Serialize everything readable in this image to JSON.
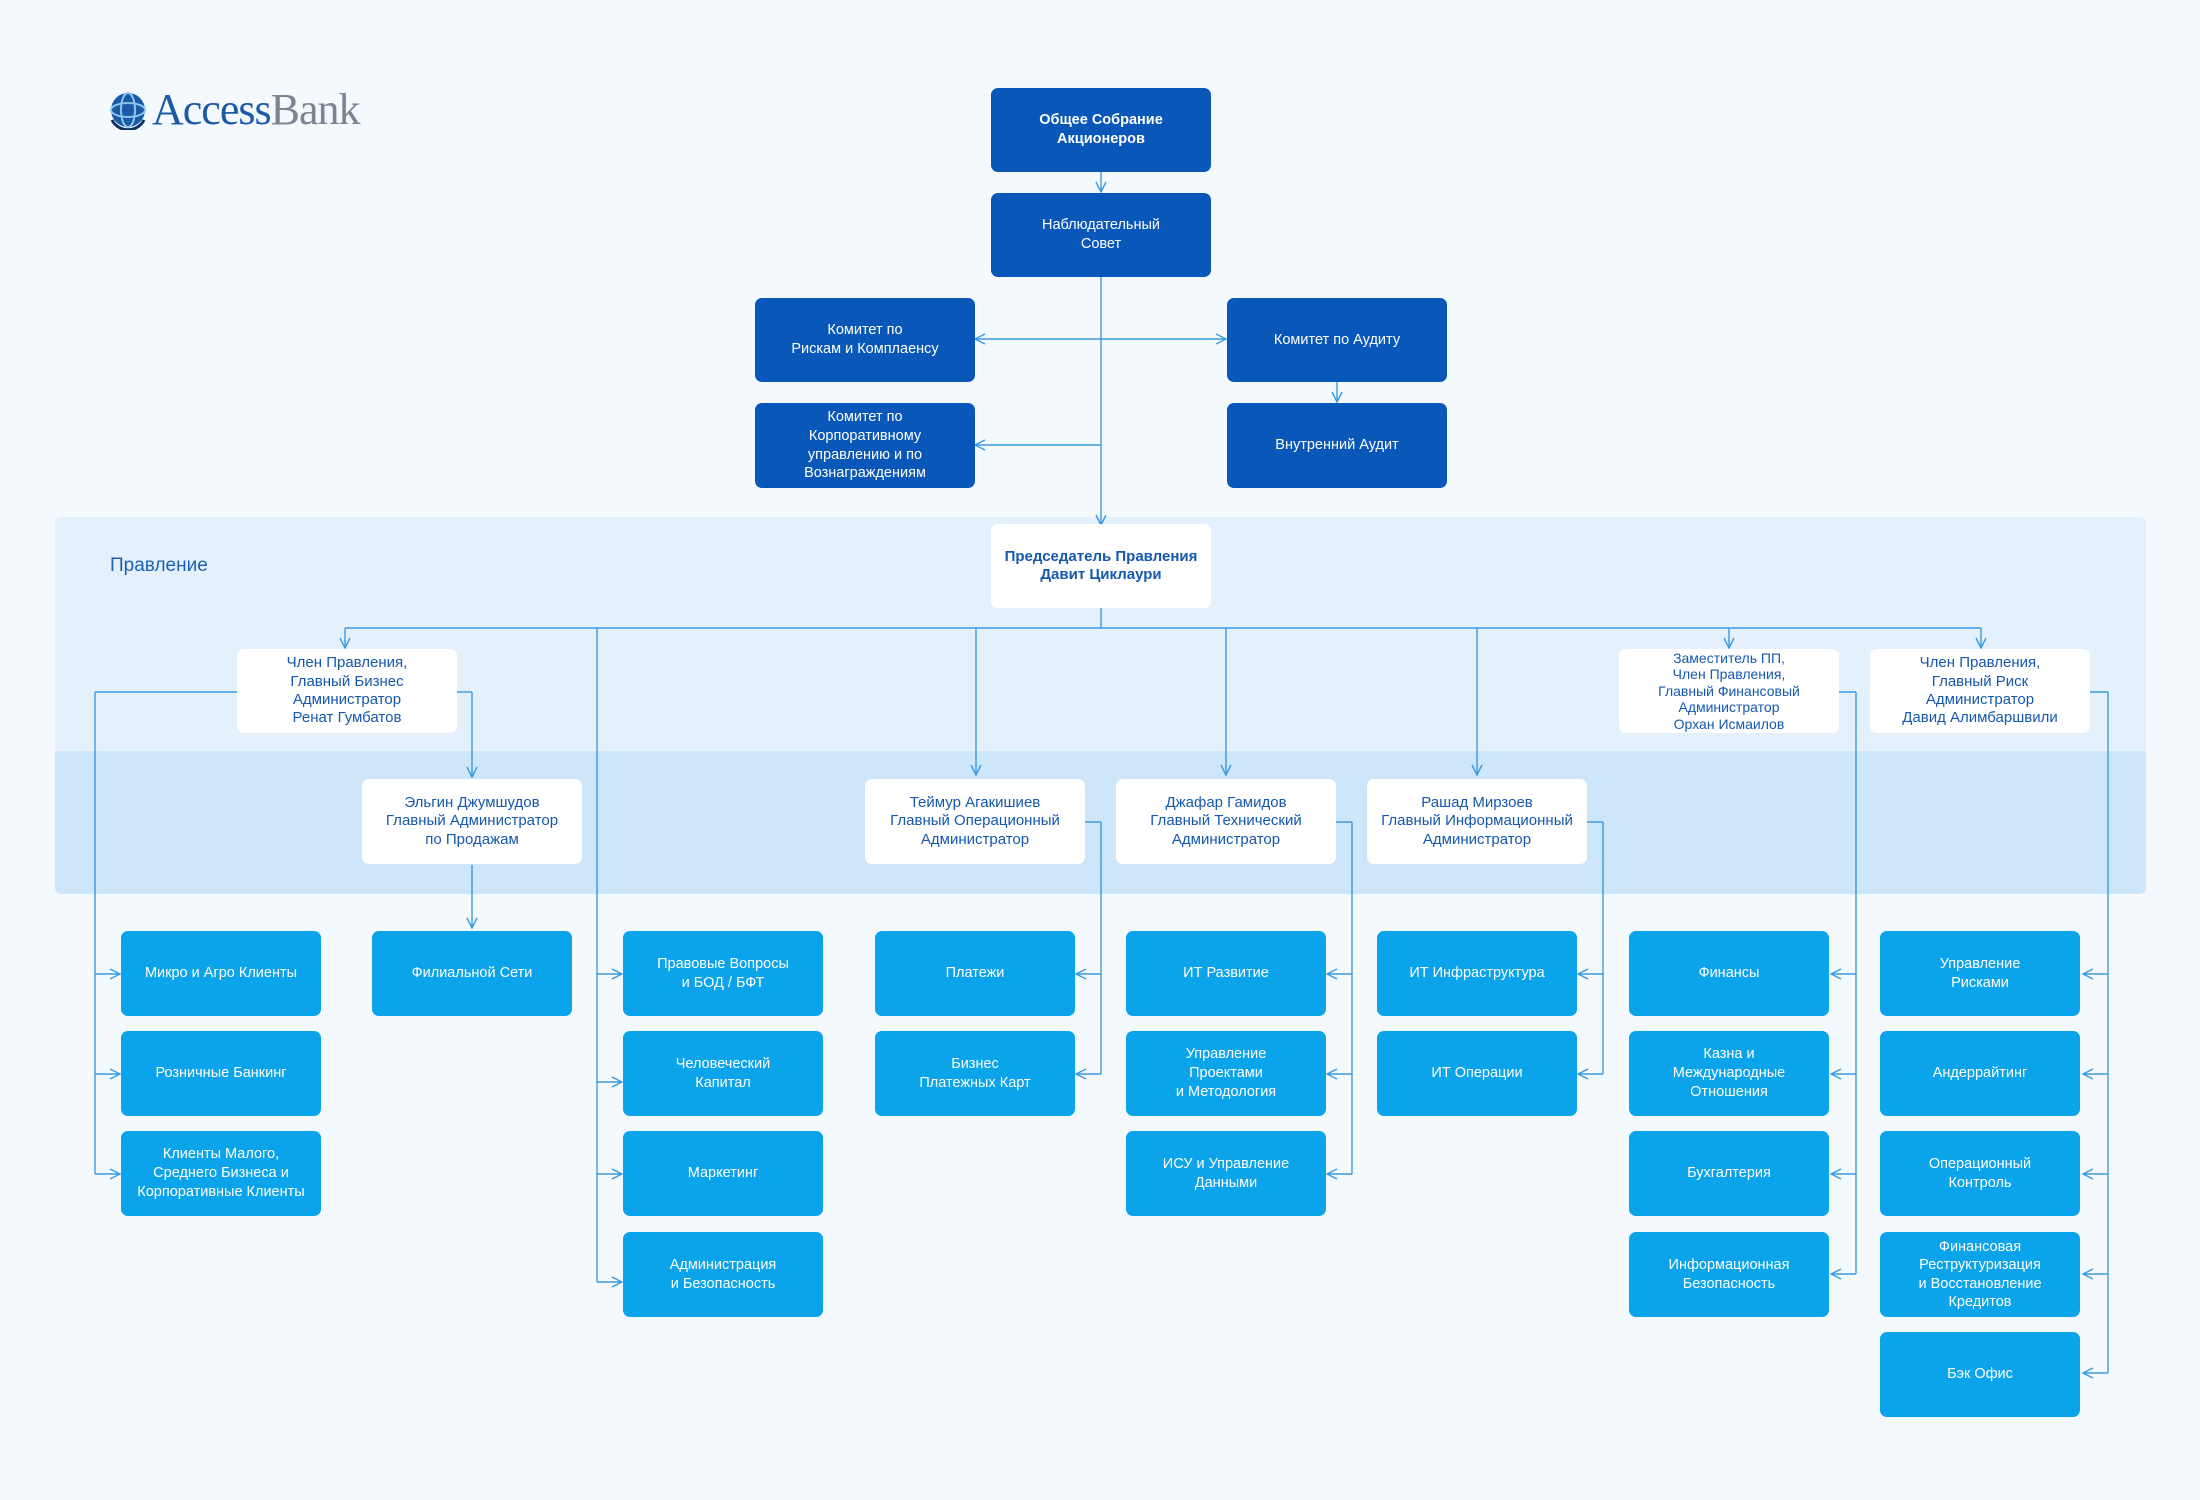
{
  "logo": {
    "part1": "Access",
    "part2": "Bank"
  },
  "board_label": "Правление",
  "top": {
    "shareholders": "Общее Собрание\nАкционеров",
    "supervisory": "Наблюдательный\nСовет",
    "risk_committee": "Комитет по\nРискам и Комплаенсу",
    "governance_committee": "Комитет по\nКорпоративному\nуправлению и по\nВознаграждениям",
    "audit_committee": "Комитет по Аудиту",
    "internal_audit": "Внутренний Аудит",
    "chairman": "Председатель Правления\nДавит Циклаури"
  },
  "executives": {
    "business": "Член Правления,\nГлавный Бизнес\nАдминистратор\nРенат Гумбатов",
    "finance": "Заместитель ПП,\nЧлен Правления,\nГлавный Финансовый\nАдминистратор\nОрхан Исмаилов",
    "risk": "Член Правления,\nГлавный Риск\nАдминистратор\nДавид Алимбаршвили",
    "sales": "Эльгин Джумшудов\nГлавный Администратор\nпо Продажам",
    "operations": "Теймур Агакишиев\nГлавный Операционный\nАдминистратор",
    "technical": "Джафар Гамидов\nГлавный Технический\nАдминистратор",
    "information": "Рашад Мирзоев\nГлавный Информационный\nАдминистратор"
  },
  "departments": {
    "business": [
      "Микро и Агро Клиенты",
      "Розничные Банкинг",
      "Клиенты Малого,\nСреднего  Бизнеса и\nКорпоративные Клиенты"
    ],
    "sales": [
      "Филиальной Сети"
    ],
    "chairman": [
      "Правовые Вопросы\nи БОД / БФТ",
      "Человеческий\nКапитал",
      "Маркетинг",
      "Администрация\nи Безопасность"
    ],
    "operations": [
      "Платежи",
      "Бизнес\nПлатежных Карт"
    ],
    "technical": [
      "ИТ Развитие",
      "Управление\nПроектами\nи Методология",
      "ИСУ и Управление\nДанными"
    ],
    "information": [
      "ИТ Инфраструктура",
      "ИТ Операции"
    ],
    "finance": [
      "Финансы",
      "Казна и\nМеждународные\nОтношения",
      "Бухгалтерия",
      "Информационная\nБезопасность"
    ],
    "risk": [
      "Управление\nРисками",
      "Андеррайтинг",
      "Операционный\nКонтроль",
      "Финансовая\nРеструктуризация\nи Восстановление\nКредитов",
      "Бэк Офис"
    ]
  }
}
